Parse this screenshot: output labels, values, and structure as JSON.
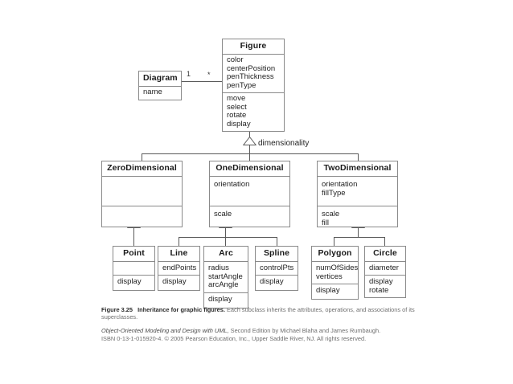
{
  "diagram": {
    "title": "Figure 3.25 Inheritance for graphic figures",
    "discriminator_label": "dimensionality",
    "multiplicity_one": "1",
    "multiplicity_many": "*",
    "classes": {
      "diagram": {
        "name": "Diagram",
        "attributes": [
          "name"
        ],
        "operations": []
      },
      "figure": {
        "name": "Figure",
        "attributes": [
          "color",
          "centerPosition",
          "penThickness",
          "penType"
        ],
        "operations": [
          "move",
          "select",
          "rotate",
          "display"
        ]
      },
      "zero_dimensional": {
        "name": "ZeroDimensional",
        "attributes": [],
        "operations": []
      },
      "one_dimensional": {
        "name": "OneDimensional",
        "attributes": [
          "orientation"
        ],
        "operations": [
          "scale"
        ]
      },
      "two_dimensional": {
        "name": "TwoDimensional",
        "attributes": [
          "orientation",
          "fillType"
        ],
        "operations": [
          "scale",
          "fill"
        ]
      },
      "point": {
        "name": "Point",
        "attributes": [],
        "operations": [
          "display"
        ]
      },
      "line": {
        "name": "Line",
        "attributes": [
          "endPoints"
        ],
        "operations": [
          "display"
        ]
      },
      "arc": {
        "name": "Arc",
        "attributes": [
          "radius",
          "startAngle",
          "arcAngle"
        ],
        "operations": [
          "display"
        ]
      },
      "spline": {
        "name": "Spline",
        "attributes": [
          "controlPts"
        ],
        "operations": [
          "display"
        ]
      },
      "polygon": {
        "name": "Polygon",
        "attributes": [
          "numOfSides",
          "vertices"
        ],
        "operations": [
          "display"
        ]
      },
      "circle": {
        "name": "Circle",
        "attributes": [
          "diameter"
        ],
        "operations": [
          "display",
          "rotate"
        ]
      }
    }
  },
  "caption": {
    "figure_label": "Figure 3.25",
    "figure_title": "Inheritance for graphic figures.",
    "description": "Each subclass inherits the attributes, operations, and associations of its superclasses."
  },
  "credit": {
    "book_title": "Object-Oriented Modeling and Design with UML,",
    "edition_authors": "Second Edition by Michael Blaha and James Rumbaugh.",
    "isbn_line": "ISBN 0-13-1-015920-4. © 2005 Pearson Education, Inc., Upper Saddle River, NJ. All rights reserved."
  },
  "colors": {
    "box_border": "#8a8a8a",
    "connector": "#5a5a5a",
    "page_background": "#ffffff",
    "caption_text": "#6e6e6e"
  }
}
